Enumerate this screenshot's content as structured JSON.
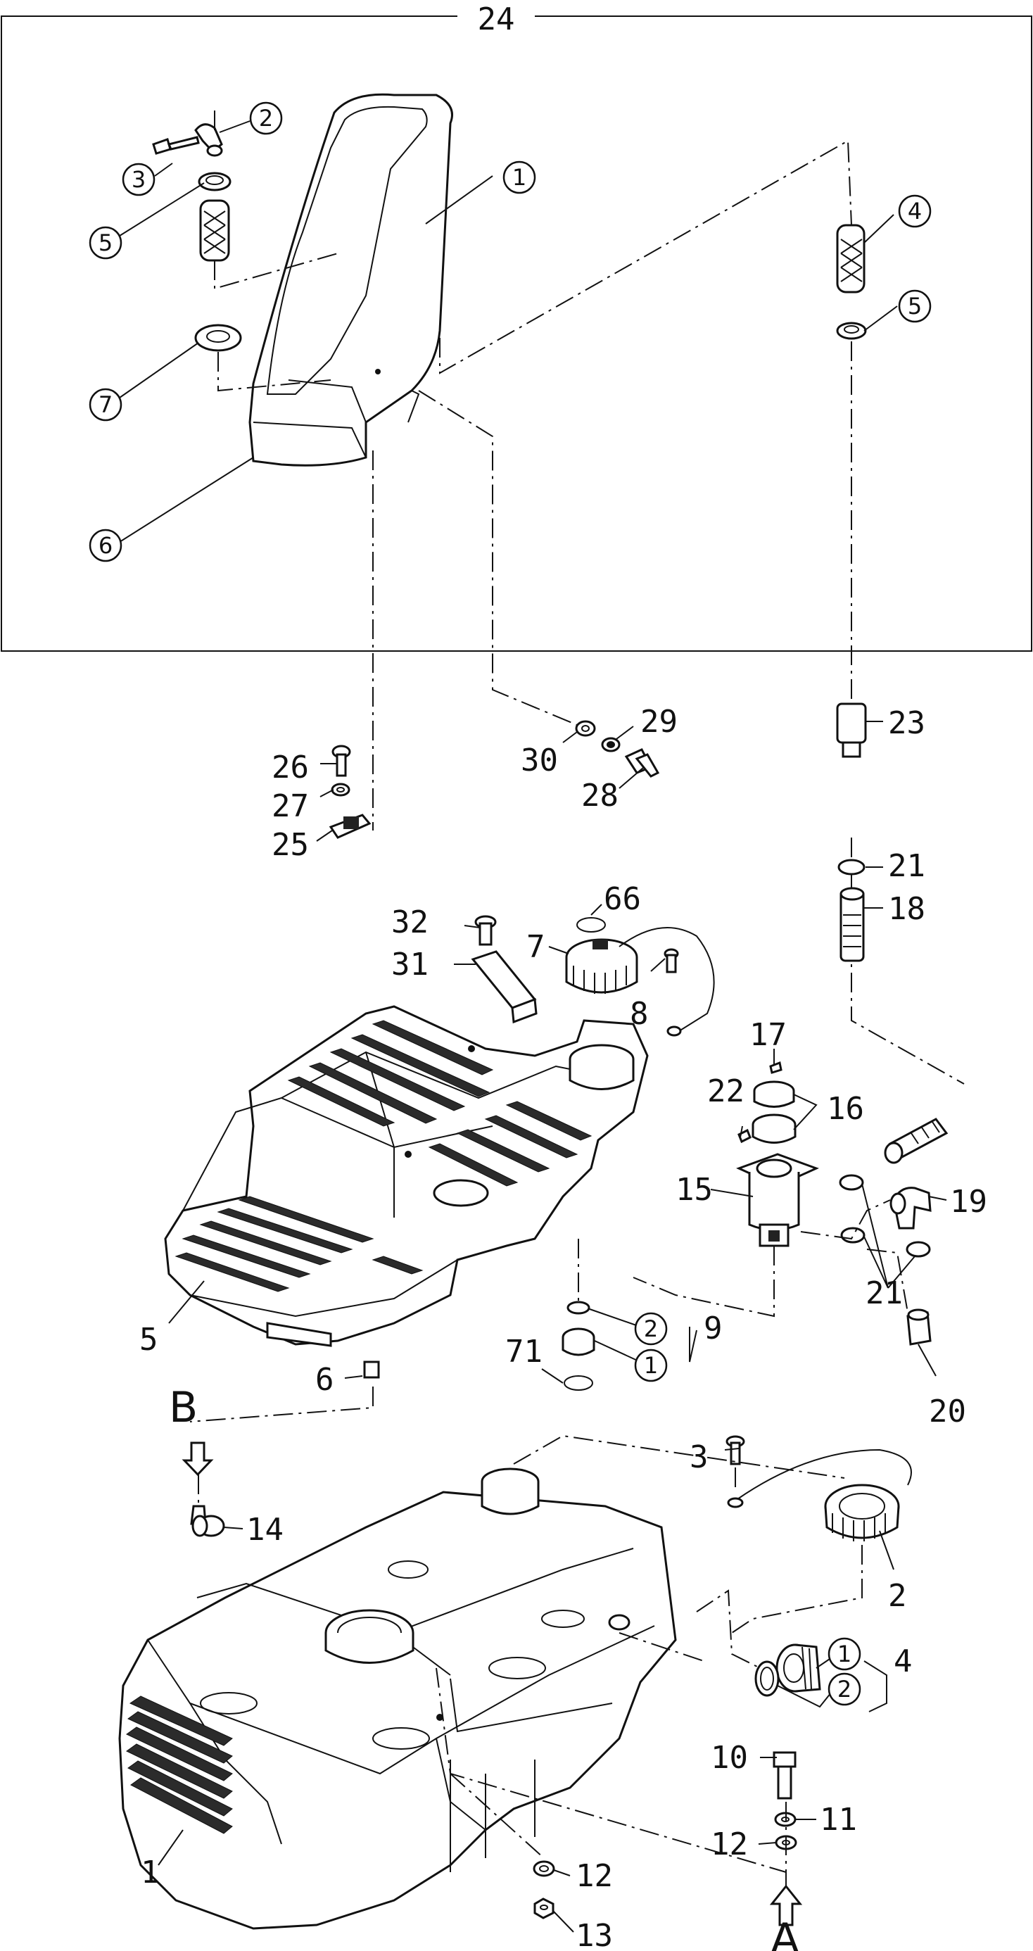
{
  "assembly_label": "24",
  "view_markers": {
    "a": "A",
    "b": "B"
  },
  "callouts": {
    "c3_top": "3",
    "c2_top": "2",
    "c1_top": "1",
    "c5_top": "5",
    "c4_top": "4",
    "c5_right": "5",
    "c7_top": "7",
    "c6_top": "6",
    "n23": "23",
    "n29": "29",
    "n30": "30",
    "n28": "28",
    "n26": "26",
    "n27": "27",
    "n25": "25",
    "n21a": "21",
    "n18": "18",
    "n66": "66",
    "n32": "32",
    "n7": "7",
    "n31": "31",
    "n8": "8",
    "n17": "17",
    "n22": "22",
    "n16": "16",
    "n15": "15",
    "n19": "19",
    "n21b": "21",
    "n20": "20",
    "n5": "5",
    "n9": "9",
    "n71": "71",
    "n6": "6",
    "c2_mid": "2",
    "c1_mid": "1",
    "n3": "3",
    "n14": "14",
    "n2": "2",
    "n4": "4",
    "c1_low": "1",
    "c2_low": "2",
    "n10": "10",
    "n11": "11",
    "n12a": "12",
    "n12b": "12",
    "n13": "13",
    "n1": "1"
  }
}
